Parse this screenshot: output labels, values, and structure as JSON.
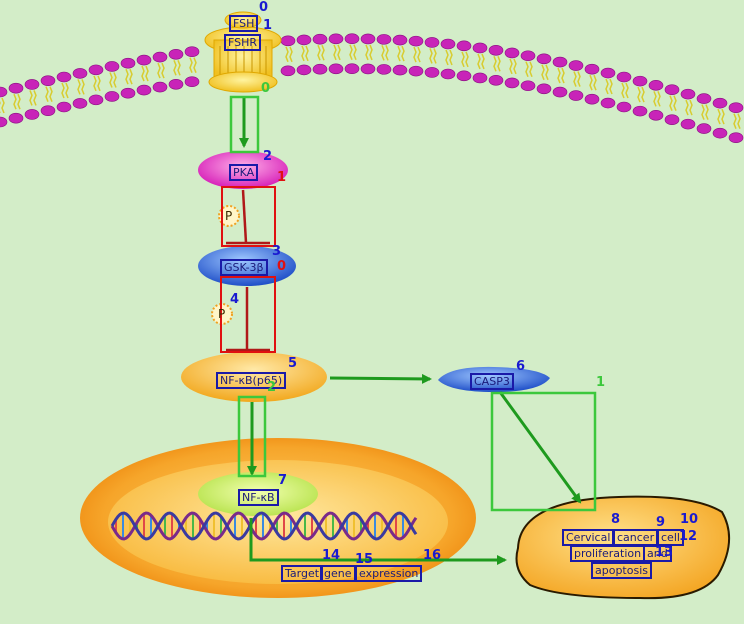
{
  "nodes": {
    "fsh": "FSH",
    "fshr": "FSHR",
    "pka": "PKA",
    "phospho_1": "P",
    "gsk3b": "GSK-3β",
    "phospho_2": "P",
    "nfkb_p65": "NF-κB(p65)",
    "casp3": "CASP3",
    "nfkb_nucleus": "NF-κB",
    "target": "Target",
    "gene": "gene",
    "expression": "expression",
    "cervical": "Cervical",
    "cancer": "cancer",
    "cell": "cell",
    "proliferation": "proliferation",
    "and": "and",
    "apoptosis": "apoptosis"
  },
  "markers": {
    "blue": [
      "0",
      "1",
      "2",
      "3",
      "4",
      "5",
      "6",
      "7",
      "8",
      "9",
      "10",
      "12",
      "13",
      "14",
      "15",
      "16"
    ],
    "red": [
      "1",
      "0"
    ],
    "green": [
      "0",
      "1",
      "2"
    ]
  },
  "colors": {
    "background": "#d3edc8",
    "label_box": "#1a1aa8",
    "activation_arrow": "#1e9a1e",
    "inhibition_line": "#b01818",
    "highlight_green": "#3cc83c",
    "highlight_red": "#e01010"
  }
}
